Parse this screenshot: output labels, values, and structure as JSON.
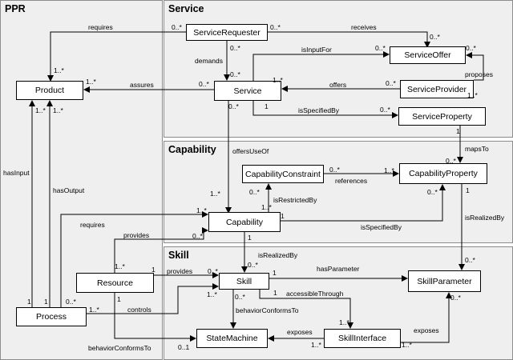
{
  "panels": {
    "ppr": "PPR",
    "service": "Service",
    "capability": "Capability",
    "skill": "Skill"
  },
  "classes": {
    "service_requester": "ServiceRequester",
    "service_offer": "ServiceOffer",
    "product": "Product",
    "service": "Service",
    "service_provider": "ServiceProvider",
    "service_property": "ServiceProperty",
    "capability_constraint": "CapabilityConstraint",
    "capability_property": "CapabilityProperty",
    "capability": "Capability",
    "resource": "Resource",
    "skill": "Skill",
    "skill_parameter": "SkillParameter",
    "process": "Process",
    "state_machine": "StateMachine",
    "skill_interface": "SkillInterface"
  },
  "relations": {
    "requires_top": "requires",
    "receives": "receives",
    "is_input_for": "isInputFor",
    "demands": "demands",
    "proposes": "proposes",
    "assures": "assures",
    "offers": "offers",
    "is_specified_by_service": "isSpecifiedBy",
    "offers_use_of": "offersUseOf",
    "maps_to": "mapsTo",
    "references": "references",
    "is_restricted_by": "isRestrictedBy",
    "has_input": "hasInput",
    "has_output": "hasOutput",
    "requires_process": "requires",
    "provides_capability": "provides",
    "is_specified_by_capability": "isSpecifiedBy",
    "is_realized_by_property": "isRealizedBy",
    "is_realized_by_skill": "isRealizedBy",
    "has_parameter": "hasParameter",
    "provides_skill": "provides",
    "accessible_through": "accessibleThrough",
    "controls": "controls",
    "behavior_conforms_to_skill": "behaviorConformsTo",
    "exposes_state_machine": "exposes",
    "exposes_parameter": "exposes",
    "behavior_conforms_to_resource": "behaviorConformsTo"
  },
  "multiplicities": {
    "req_requester": "0..*",
    "req_product": "1..*",
    "recv_requester": "0..*",
    "recv_offer": "0..*",
    "dem_requester": "0..*",
    "dem_service": "0..*",
    "inp_offer": "0..*",
    "inp_service": "1..*",
    "prop_offer": "0..*",
    "prop_provider": "1..*",
    "assures_product": "1..*",
    "assures_service": "0..*",
    "offers_provider": "0..*",
    "spec_service": "1",
    "spec_property": "0..*",
    "offuse_service": "0..*",
    "offuse_capability": "1..*",
    "maps_service_property": "1",
    "maps_cap_property": "0..*",
    "ref_constraint": "0..*",
    "ref_property": "1..*",
    "restr_capability": "1..*",
    "restr_constraint": "0..*",
    "hasin_product": "1..*",
    "hasin_process": "1",
    "hasout_product": "1..*",
    "hasout_process": "1",
    "req_proc_capability": "1..*",
    "prov_resource": "1..*",
    "prov_capability": "0..*",
    "capspec_capability": "1",
    "capspec_property": "0..*",
    "realize_property": "1",
    "realize_parameter": "0..*",
    "caprealize_capability": "1",
    "caprealize_skill": "0..*",
    "haspar_skill": "1",
    "res_skill_resource": "1",
    "res_skill_skill": "0..*",
    "acc_skill": "1",
    "acc_interface": "1..*",
    "ctrl_process": "0..*",
    "ctrl_to_process": "1..*",
    "ctrl_skill": "1..*",
    "beh_skill": "0..*",
    "exp_interface": "1..*",
    "exp_parameter": "0..*",
    "exp_interface_b": "1..*",
    "beh_resource": "1",
    "beh_statemachine": "0..1"
  }
}
